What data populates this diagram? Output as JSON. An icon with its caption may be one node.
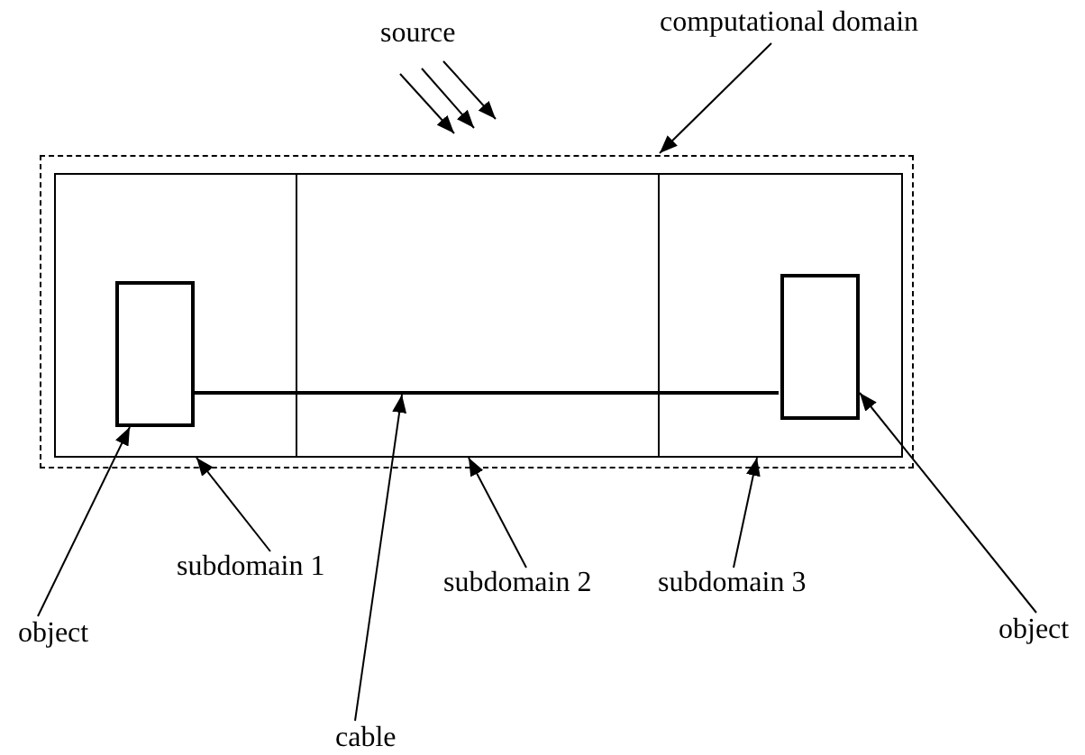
{
  "diagram": {
    "nodes": [
      {
        "text": [
          "computational domain"
        ]
      },
      {
        "text": [],
        "shape": "box"
      },
      {
        "text": [],
        "shape": "box",
        "in": 1
      },
      {
        "text": [],
        "shape": "box",
        "in": 1
      },
      {
        "text": [],
        "shape": "box",
        "in": 1
      },
      {
        "text": [],
        "shape": "box",
        "in": 2
      },
      {
        "text": [],
        "shape": "box",
        "in": 4
      },
      {
        "text": [],
        "shape": "line",
        "in": 1
      },
      {
        "text": [
          "object"
        ]
      },
      {
        "text": [
          "subdomain 1"
        ]
      },
      {
        "text": [
          "cable"
        ]
      },
      {
        "text": [
          "subdomain 2"
        ]
      },
      {
        "text": [
          "subdomain 3"
        ]
      },
      {
        "text": [
          "object"
        ]
      }
    ],
    "edges": [
      {
        "from": 0,
        "to": 1,
        "arrow": "to"
      },
      {
        "from": 8,
        "to": 5,
        "arrow": "to"
      },
      {
        "from": 9,
        "to": 2,
        "arrow": "to"
      },
      {
        "from": 10,
        "to": 7,
        "arrow": "to"
      },
      {
        "from": 11,
        "to": 3,
        "arrow": "to"
      },
      {
        "from": 12,
        "to": 4,
        "arrow": "to"
      },
      {
        "from": 13,
        "to": 6,
        "arrow": "to"
      }
    ],
    "labels": [
      "source"
    ]
  }
}
